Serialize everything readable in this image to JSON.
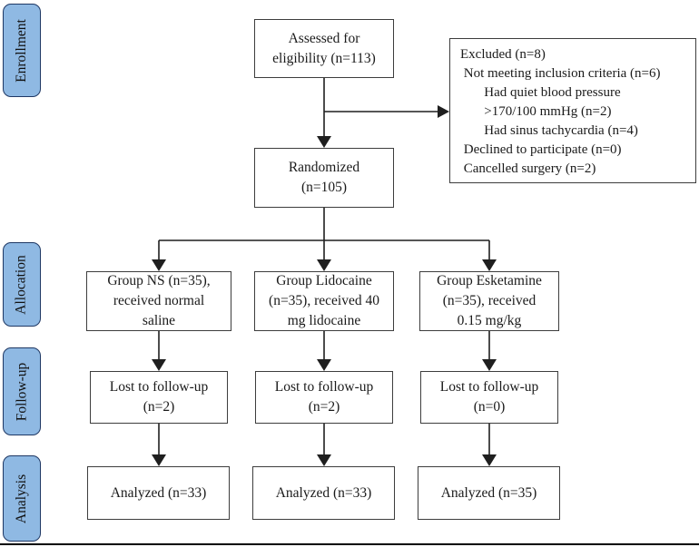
{
  "palette": {
    "stage_fill": "#8FB9E3",
    "stage_border": "#1F3864",
    "line": "#1F1F1F",
    "box_border": "#3D3D3D",
    "text": "#1A1A1A"
  },
  "stages": {
    "enrollment": "Enrollment",
    "allocation": "Allocation",
    "followup": "Follow-up",
    "analysis": "Analysis"
  },
  "nodes": {
    "assessed": {
      "lines": [
        "Assessed for",
        "eligibility (n=113)"
      ]
    },
    "excluded": {
      "lines": [
        "Excluded (n=8)",
        " Not meeting inclusion criteria (n=6)",
        "       Had quiet blood pressure",
        "       >170/100 mmHg (n=2)",
        "       Had sinus tachycardia (n=4)",
        " Declined to participate (n=0)",
        " Cancelled surgery (n=2)"
      ]
    },
    "randomized": {
      "lines": [
        "Randomized",
        "(n=105)"
      ]
    },
    "group_ns": {
      "lines": [
        "Group NS (n=35),",
        "received normal",
        "saline"
      ]
    },
    "group_lidocaine": {
      "lines": [
        "Group Lidocaine",
        "(n=35), received 40",
        "mg lidocaine"
      ]
    },
    "group_esketamine": {
      "lines": [
        "Group Esketamine",
        "(n=35), received",
        "0.15 mg/kg"
      ]
    },
    "lost_ns": {
      "lines": [
        "Lost to follow-up",
        "(n=2)"
      ]
    },
    "lost_lidocaine": {
      "lines": [
        "Lost to follow-up",
        "(n=2)"
      ]
    },
    "lost_esketamine": {
      "lines": [
        "Lost to follow-up",
        "(n=0)"
      ]
    },
    "analyzed_ns": {
      "lines": [
        "Analyzed (n=33)"
      ]
    },
    "analyzed_lidocaine": {
      "lines": [
        "Analyzed (n=33)"
      ]
    },
    "analyzed_esketamine": {
      "lines": [
        "Analyzed (n=35)"
      ]
    }
  }
}
